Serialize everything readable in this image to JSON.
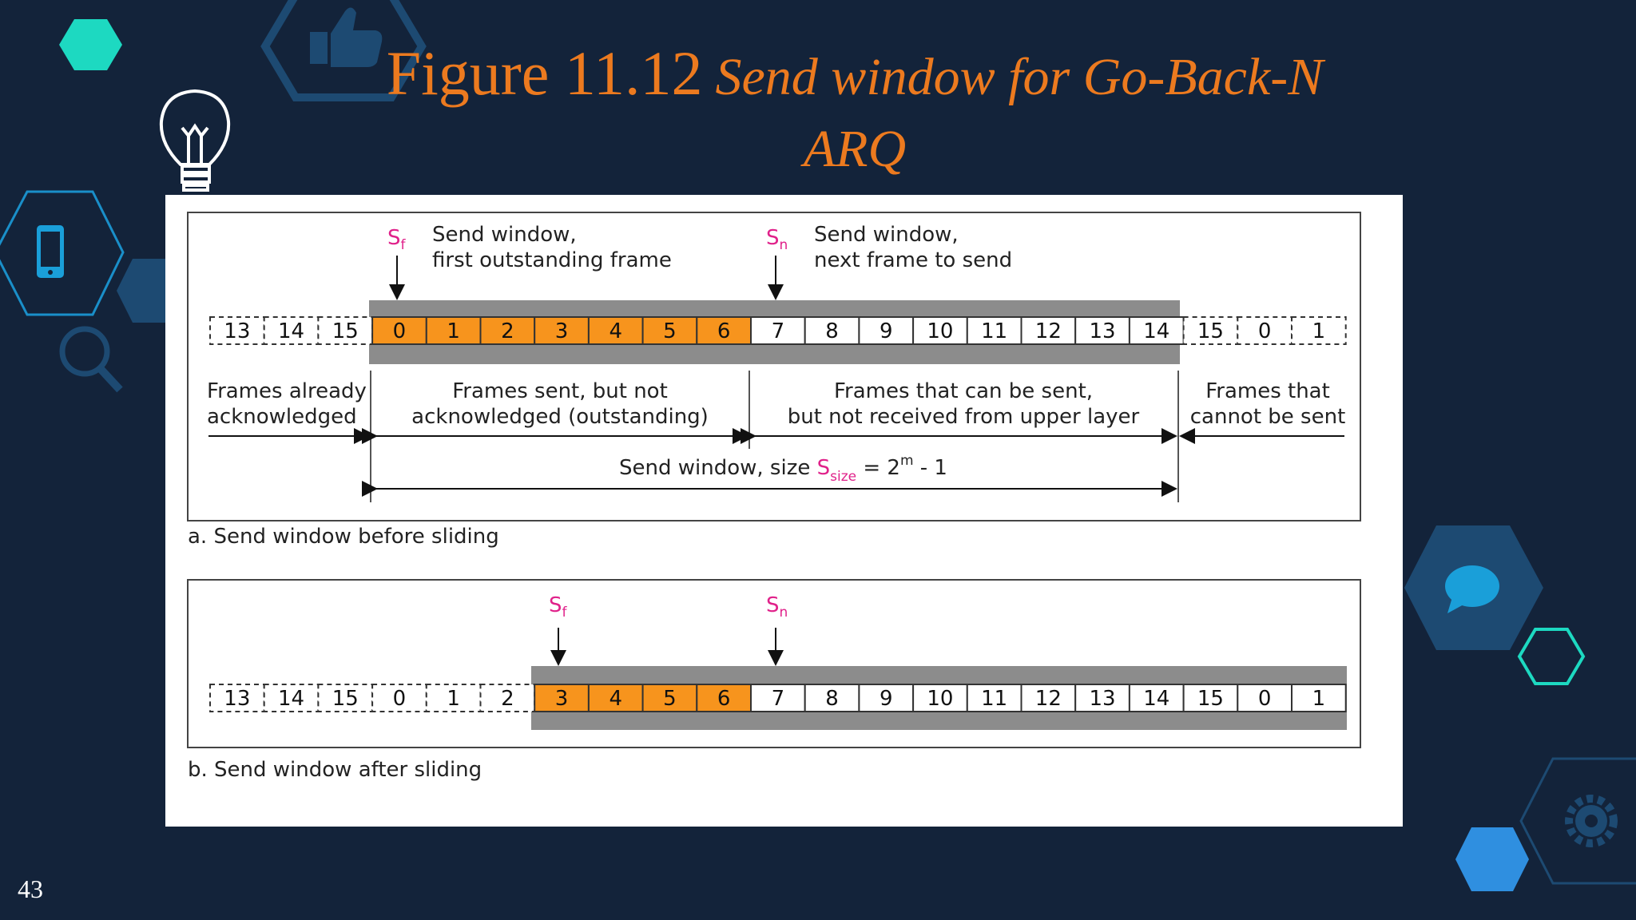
{
  "slide": {
    "title_prefix": "Figure 11.12",
    "title_line1": "Send window for Go-Back-N",
    "title_line2": "ARQ",
    "page_number": "43"
  },
  "colors": {
    "background": "#13233a",
    "title": "#ec7a1f",
    "outstanding_cell": "#f7941d",
    "window_band": "#8c8c8c",
    "pointer": "#e0218a",
    "teal_hex": "#1dd9c1",
    "blue_hex": "#2f8fe0",
    "dark_hex": "#1d4a72"
  },
  "icons": [
    "thumbs-up-icon",
    "lightbulb-icon",
    "phone-icon",
    "magnifier-icon",
    "chat-bubble-icon",
    "gear-icon"
  ],
  "diagram_a": {
    "caption": "a. Send window before sliding",
    "sf_label": "S",
    "sf_sub": "f",
    "sn_label": "S",
    "sn_sub": "n",
    "sf_desc_line1": "Send window,",
    "sf_desc_line2": "first outstanding frame",
    "sn_desc_line1": "Send window,",
    "sn_desc_line2": "next frame to send",
    "frames_before": [
      "13",
      "14",
      "15"
    ],
    "frames_outstanding": [
      "0",
      "1",
      "2",
      "3",
      "4",
      "5",
      "6"
    ],
    "frames_sendable": [
      "7",
      "8",
      "9",
      "10",
      "11",
      "12",
      "13",
      "14"
    ],
    "frames_after": [
      "15",
      "0",
      "1"
    ],
    "region_ack_line1": "Frames already",
    "region_ack_line2": "acknowledged",
    "region_out_line1": "Frames sent, but not",
    "region_out_line2": "acknowledged (outstanding)",
    "region_can_line1": "Frames that can be sent,",
    "region_can_line2": "but not received from upper layer",
    "region_cannot_line1": "Frames that",
    "region_cannot_line2": "cannot be sent",
    "window_size_prefix": "Send window, size ",
    "window_size_s": "S",
    "window_size_sub": "size",
    "window_size_eq": " = 2",
    "window_size_sup": "m",
    "window_size_suffix": " - 1"
  },
  "diagram_b": {
    "caption": "b. Send window after sliding",
    "sf_label": "S",
    "sf_sub": "f",
    "sn_label": "S",
    "sn_sub": "n",
    "frames_before": [
      "13",
      "14",
      "15",
      "0",
      "1",
      "2"
    ],
    "frames_outstanding": [
      "3",
      "4",
      "5",
      "6"
    ],
    "frames_sendable": [
      "7",
      "8",
      "9",
      "10",
      "11",
      "12",
      "13",
      "14",
      "15",
      "0",
      "1"
    ]
  }
}
